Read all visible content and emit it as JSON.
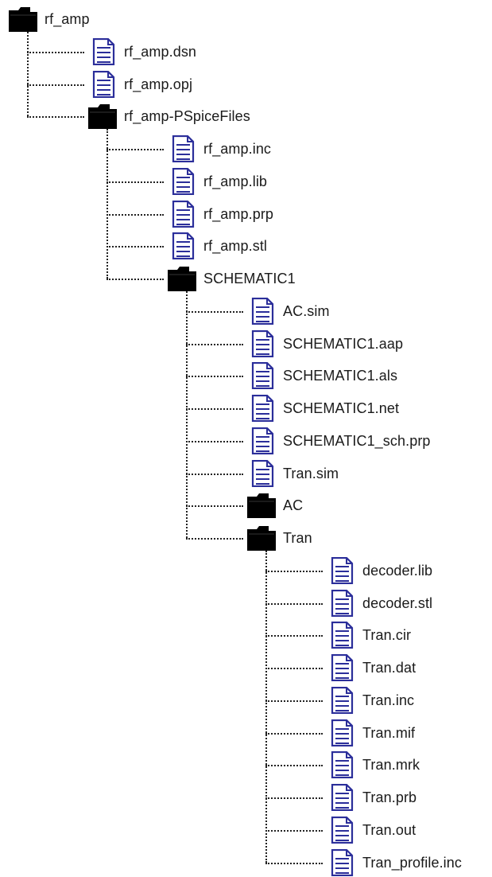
{
  "tree": {
    "name": "rf_amp",
    "type": "folder",
    "children": [
      {
        "name": "rf_amp.dsn",
        "type": "file"
      },
      {
        "name": "rf_amp.opj",
        "type": "file"
      },
      {
        "name": "rf_amp-PSpiceFiles",
        "type": "folder",
        "children": [
          {
            "name": "rf_amp.inc",
            "type": "file"
          },
          {
            "name": "rf_amp.lib",
            "type": "file"
          },
          {
            "name": "rf_amp.prp",
            "type": "file"
          },
          {
            "name": "rf_amp.stl",
            "type": "file"
          },
          {
            "name": "SCHEMATIC1",
            "type": "folder",
            "children": [
              {
                "name": "AC.sim",
                "type": "file"
              },
              {
                "name": "SCHEMATIC1.aap",
                "type": "file"
              },
              {
                "name": "SCHEMATIC1.als",
                "type": "file"
              },
              {
                "name": "SCHEMATIC1.net",
                "type": "file"
              },
              {
                "name": "SCHEMATIC1_sch.prp",
                "type": "file"
              },
              {
                "name": "Tran.sim",
                "type": "file"
              },
              {
                "name": "AC",
                "type": "folder",
                "children": []
              },
              {
                "name": "Tran",
                "type": "folder",
                "children": [
                  {
                    "name": "decoder.lib",
                    "type": "file"
                  },
                  {
                    "name": "decoder.stl",
                    "type": "file"
                  },
                  {
                    "name": "Tran.cir",
                    "type": "file"
                  },
                  {
                    "name": "Tran.dat",
                    "type": "file"
                  },
                  {
                    "name": "Tran.inc",
                    "type": "file"
                  },
                  {
                    "name": "Tran.mif",
                    "type": "file"
                  },
                  {
                    "name": "Tran.mrk",
                    "type": "file"
                  },
                  {
                    "name": "Tran.prb",
                    "type": "file"
                  },
                  {
                    "name": "Tran.out",
                    "type": "file"
                  },
                  {
                    "name": "Tran_profile.inc",
                    "type": "file"
                  }
                ]
              }
            ]
          }
        ]
      }
    ]
  }
}
